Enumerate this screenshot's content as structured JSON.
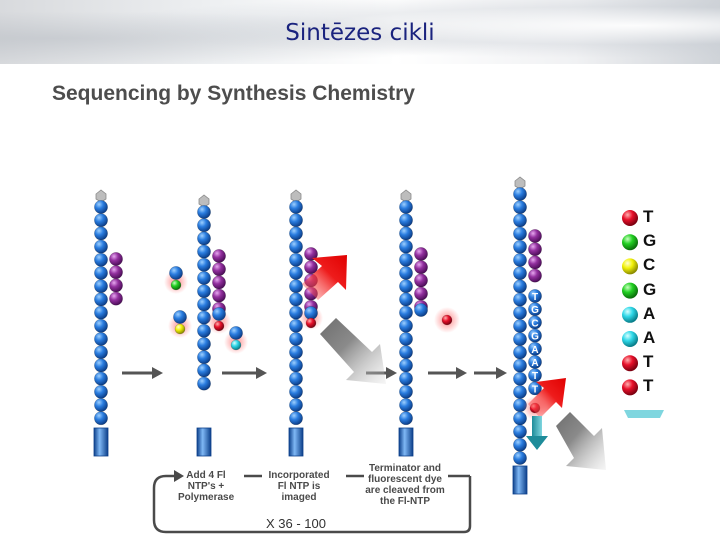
{
  "slide": {
    "title": "Sintēzes cikli"
  },
  "diagram": {
    "title": "Sequencing by Synthesis Chemistry",
    "steps": [
      "Add 4 Fl NTP's + Polymerase",
      "Incorporated Fl NTP is imaged",
      "Terminator and fluorescent dye are cleaved from the Fl-NTP"
    ],
    "cycle_label": "X 36 - 100",
    "strand_letters": [
      "T",
      "G",
      "C",
      "G",
      "A",
      "A",
      "T",
      "T"
    ],
    "readout": [
      {
        "base": "T",
        "color": "#e8102a"
      },
      {
        "base": "G",
        "color": "#22d022"
      },
      {
        "base": "C",
        "color": "#f2f20a"
      },
      {
        "base": "G",
        "color": "#22d022"
      },
      {
        "base": "A",
        "color": "#30d8e8"
      },
      {
        "base": "A",
        "color": "#30d8e8"
      },
      {
        "base": "T",
        "color": "#e8102a"
      },
      {
        "base": "T",
        "color": "#e8102a"
      }
    ],
    "colors": {
      "strand_bead": "#1e6fd0",
      "primer_bead": "#8a2a9a",
      "dye_red": "#e8102a",
      "cleave_arrow": "#7c7c7c"
    }
  }
}
